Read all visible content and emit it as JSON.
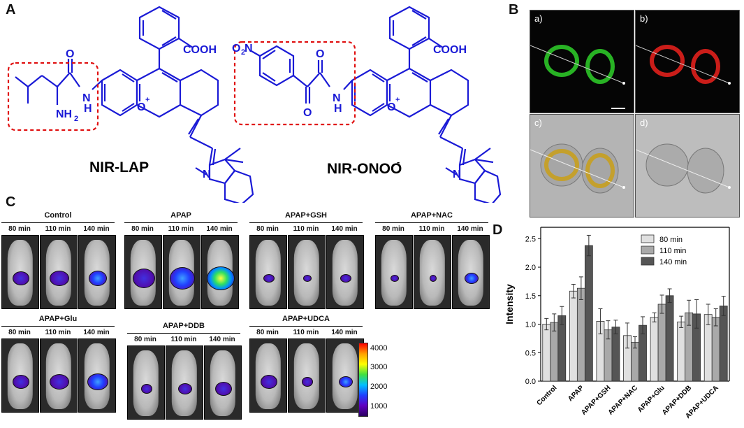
{
  "panels": {
    "A": "A",
    "B": "B",
    "C": "C",
    "D": "D"
  },
  "panelA": {
    "left_compound": "NIR-LAP",
    "right_compound_main": "NIR-ONOO",
    "right_compound_sup": "-",
    "atoms": {
      "cooh": "COOH",
      "nh": "N",
      "h": "H",
      "o_plus": "O",
      "plus": "+",
      "n": "N",
      "o": "O",
      "nh2": "NH",
      "sub2": "2",
      "o2n": "O",
      "o2n_sub": "2",
      "o2n_n": "N"
    }
  },
  "panelB": {
    "labels": [
      "a)",
      "b)",
      "c)",
      "d)"
    ],
    "colors": {
      "green": "#2fd12a",
      "red": "#e0201c",
      "overlay": "#c8a020"
    }
  },
  "panelC": {
    "groups": [
      {
        "title": "Control",
        "times": [
          "80 min",
          "110 min",
          "140 min"
        ]
      },
      {
        "title": "APAP",
        "times": [
          "80 min",
          "110 min",
          "140 min"
        ]
      },
      {
        "title": "APAP+GSH",
        "times": [
          "80 min",
          "110 min",
          "140 min"
        ]
      },
      {
        "title": "APAP+NAC",
        "times": [
          "80 min",
          "110 min",
          "140 min"
        ]
      },
      {
        "title": "APAP+Glu",
        "times": [
          "80 min",
          "110 min",
          "140 min"
        ]
      },
      {
        "title": "APAP+DDB",
        "times": [
          "80 min",
          "110 min",
          "140 min"
        ]
      },
      {
        "title": "APAP+UDCA",
        "times": [
          "80 min",
          "110 min",
          "140 min"
        ]
      }
    ],
    "colorbar_ticks": [
      "4000",
      "3000",
      "2000",
      "1000"
    ]
  },
  "chart_data": {
    "type": "bar",
    "categories": [
      "Control",
      "APAP",
      "APAP+GSH",
      "APAP+NAC",
      "APAP+Glu",
      "APAP+DDB",
      "APAP+UDCA"
    ],
    "series": [
      {
        "name": "80 min",
        "color": "#e0e0e0",
        "values": [
          1.0,
          1.58,
          1.05,
          0.8,
          1.12,
          1.04,
          1.17
        ],
        "errors": [
          0.1,
          0.12,
          0.22,
          0.22,
          0.08,
          0.1,
          0.18
        ]
      },
      {
        "name": "110 min",
        "color": "#a9a9a9",
        "values": [
          1.03,
          1.63,
          0.9,
          0.68,
          1.35,
          1.2,
          1.12
        ],
        "errors": [
          0.15,
          0.2,
          0.16,
          0.1,
          0.16,
          0.22,
          0.15
        ]
      },
      {
        "name": "140 min",
        "color": "#555555",
        "values": [
          1.15,
          2.38,
          0.95,
          0.98,
          1.5,
          1.18,
          1.32
        ],
        "errors": [
          0.16,
          0.18,
          0.12,
          0.15,
          0.12,
          0.25,
          0.17
        ]
      }
    ],
    "ylabel": "Intensity",
    "ylim": [
      0,
      2.7
    ],
    "yticks": [
      "0.0",
      "0.5",
      "1.0",
      "1.5",
      "2.0",
      "2.5"
    ],
    "legend_position": "top-right"
  }
}
